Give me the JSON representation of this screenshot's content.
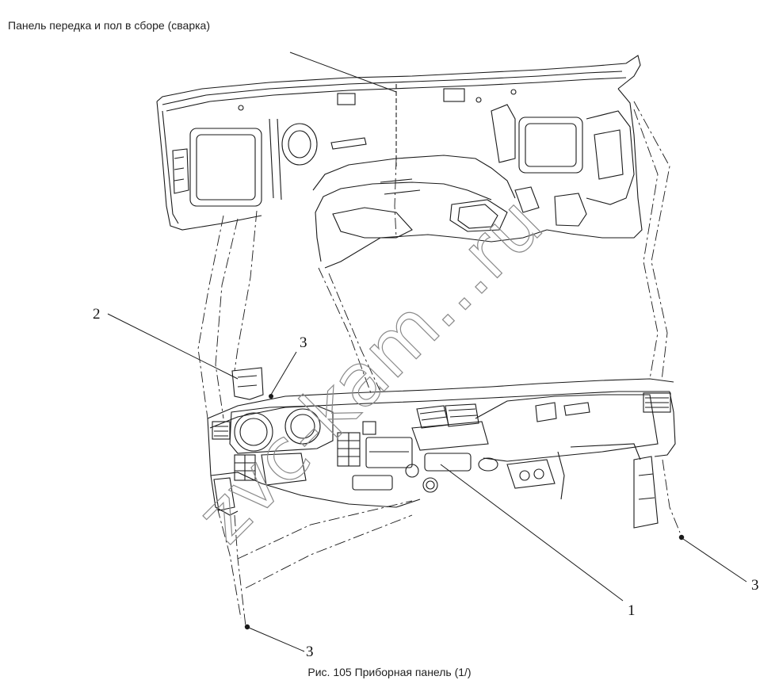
{
  "diagram": {
    "title": "Панель передка и пол в сборе (сварка)",
    "figure_caption": "Рис. 105 Приборная панель (1/)",
    "callouts": [
      {
        "id": "c1",
        "label": "1"
      },
      {
        "id": "c2",
        "label": "2"
      },
      {
        "id": "c3a",
        "label": "3"
      },
      {
        "id": "c3b",
        "label": "3"
      },
      {
        "id": "c3c",
        "label": "3"
      }
    ],
    "watermark": "zvc-kam...ru",
    "colors": {
      "line": "#1a1a1a",
      "watermark": "#8a8a8a"
    }
  }
}
